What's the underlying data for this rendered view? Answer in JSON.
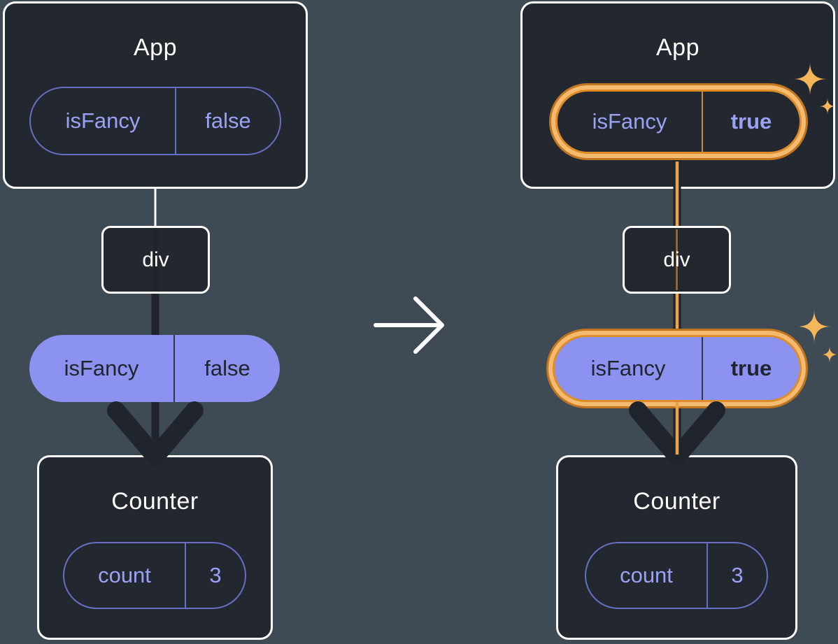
{
  "left": {
    "app": {
      "title": "App",
      "pill": {
        "name": "isFancy",
        "value": "false"
      }
    },
    "div": {
      "label": "div"
    },
    "prop": {
      "name": "isFancy",
      "value": "false"
    },
    "counter": {
      "title": "Counter",
      "pill": {
        "name": "count",
        "value": "3"
      }
    }
  },
  "right": {
    "app": {
      "title": "App",
      "pill": {
        "name": "isFancy",
        "value": "true"
      }
    },
    "div": {
      "label": "div"
    },
    "prop": {
      "name": "isFancy",
      "value": "true"
    },
    "counter": {
      "title": "Counter",
      "pill": {
        "name": "count",
        "value": "3"
      }
    }
  },
  "icons": {
    "transition-arrow": "right-arrow",
    "sparkle": "four-point-star",
    "prop-arrowhead": "down-chevron"
  },
  "colors": {
    "bg": "#3E4B55",
    "box": "#23272F",
    "box-border": "#FFFFFF",
    "purple-border": "#6570C4",
    "purple-text": "#99A2F5",
    "pill-fill": "#8B92F0",
    "dark-ink": "#20242C",
    "orange-ring": "#DE8C28",
    "orange-glow": "#F3BA70",
    "orange-ring-outer": "#C2751F",
    "orange-line": "#EFA14E",
    "sparkle": "#F5B65A",
    "white": "#FFFFFF"
  }
}
